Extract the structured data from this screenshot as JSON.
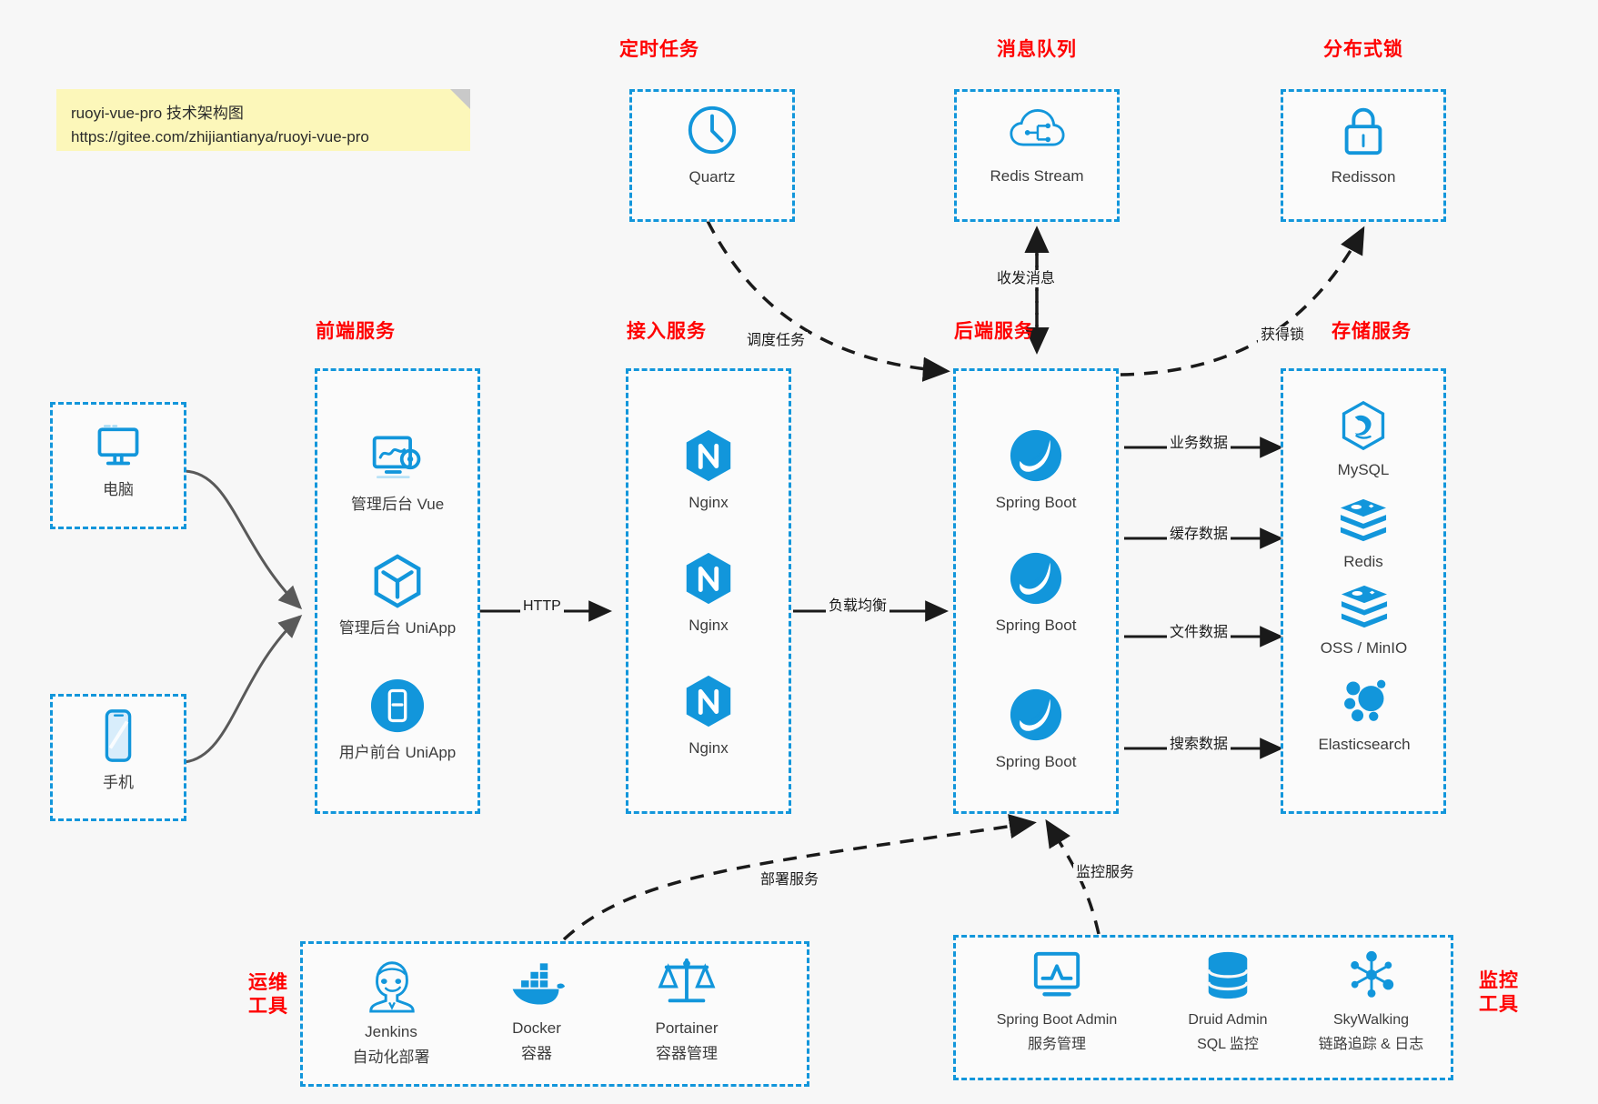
{
  "note": {
    "line1": "ruoyi-vue-pro 技术架构图",
    "line2": "https://gitee.com/zhijiantianya/ruoyi-vue-pro"
  },
  "colors": {
    "accent": "#1296db",
    "title": "#ff0000",
    "text": "#3c3c3c",
    "background": "#f7f7f7",
    "note": "#fcf7ba",
    "arrow_solid": "#1a1a1a",
    "arrow_gray": "#595959"
  },
  "groups": {
    "scheduler": {
      "title": "定时任务",
      "items": [
        {
          "label": "Quartz",
          "icon": "clock-icon"
        }
      ]
    },
    "mq": {
      "title": "消息队列",
      "items": [
        {
          "label": "Redis Stream",
          "icon": "cloud-stream-icon"
        }
      ]
    },
    "lock": {
      "title": "分布式锁",
      "items": [
        {
          "label": "Redisson",
          "icon": "lock-icon"
        }
      ]
    },
    "clients": {
      "items": [
        {
          "label": "电脑",
          "icon": "desktop-icon"
        },
        {
          "label": "手机",
          "icon": "phone-icon"
        }
      ]
    },
    "frontend": {
      "title": "前端服务",
      "items": [
        {
          "label": "管理后台 Vue",
          "icon": "dashboard-gear-icon"
        },
        {
          "label": "管理后台 UniApp",
          "icon": "uniapp-cube-icon"
        },
        {
          "label": "用户前台 UniApp",
          "icon": "mobile-app-icon"
        }
      ]
    },
    "gateway": {
      "title": "接入服务",
      "items": [
        {
          "label": "Nginx",
          "icon": "nginx-icon"
        },
        {
          "label": "Nginx",
          "icon": "nginx-icon"
        },
        {
          "label": "Nginx",
          "icon": "nginx-icon"
        }
      ]
    },
    "backend": {
      "title": "后端服务",
      "items": [
        {
          "label": "Spring Boot",
          "icon": "spring-boot-icon"
        },
        {
          "label": "Spring Boot",
          "icon": "spring-boot-icon"
        },
        {
          "label": "Spring Boot",
          "icon": "spring-boot-icon"
        }
      ]
    },
    "storage": {
      "title": "存储服务",
      "items": [
        {
          "label": "MySQL",
          "icon": "mysql-icon"
        },
        {
          "label": "Redis",
          "icon": "redis-icon"
        },
        {
          "label": "OSS / MinIO",
          "icon": "oss-minio-icon"
        },
        {
          "label": "Elasticsearch",
          "icon": "elasticsearch-icon"
        }
      ]
    },
    "devops": {
      "title_line1": "运维",
      "title_line2": "工具",
      "items": [
        {
          "label": "Jenkins",
          "sublabel": "自动化部署",
          "icon": "jenkins-icon"
        },
        {
          "label": "Docker",
          "sublabel": "容器",
          "icon": "docker-icon"
        },
        {
          "label": "Portainer",
          "sublabel": "容器管理",
          "icon": "portainer-scale-icon"
        }
      ]
    },
    "monitor": {
      "title_line1": "监控",
      "title_line2": "工具",
      "items": [
        {
          "label": "Spring Boot Admin",
          "sublabel": "服务管理",
          "icon": "monitor-chart-icon"
        },
        {
          "label": "Druid Admin",
          "sublabel": "SQL 监控",
          "icon": "database-icon"
        },
        {
          "label": "SkyWalking",
          "sublabel": "链路追踪 & 日志",
          "icon": "skywalking-icon"
        }
      ]
    }
  },
  "edges": [
    {
      "id": "http",
      "label": "HTTP"
    },
    {
      "id": "load-balance",
      "label": "负载均衡"
    },
    {
      "id": "schedule-task",
      "label": "调度任务"
    },
    {
      "id": "send-receive-message",
      "label": "收发消息"
    },
    {
      "id": "acquire-lock",
      "label": "获得锁"
    },
    {
      "id": "business-data",
      "label": "业务数据"
    },
    {
      "id": "cache-data",
      "label": "缓存数据"
    },
    {
      "id": "file-data",
      "label": "文件数据"
    },
    {
      "id": "search-data",
      "label": "搜索数据"
    },
    {
      "id": "deploy-service",
      "label": "部署服务"
    },
    {
      "id": "monitor-service",
      "label": "监控服务"
    }
  ]
}
